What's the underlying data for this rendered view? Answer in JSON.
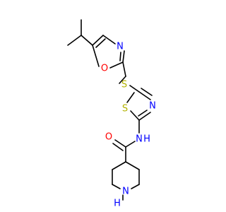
{
  "molecule": {
    "atom_colors": {
      "N": "#0000ff",
      "O": "#ff0000",
      "S": "#b2b200",
      "C": "#000000"
    },
    "atoms": [
      {
        "id": "O_oxazole",
        "element": "O",
        "label": "O"
      },
      {
        "id": "N_oxazole",
        "element": "N",
        "label": "N"
      },
      {
        "id": "S_thioether",
        "element": "S",
        "label": "S"
      },
      {
        "id": "S_thiazole",
        "element": "S",
        "label": "S"
      },
      {
        "id": "N_thiazole",
        "element": "N",
        "label": "N"
      },
      {
        "id": "N_amide",
        "element": "N",
        "label": "N"
      },
      {
        "id": "H_amide",
        "element": "H",
        "label": "H"
      },
      {
        "id": "O_carbonyl",
        "element": "O",
        "label": "O"
      },
      {
        "id": "N_piperidine",
        "element": "N",
        "label": "N"
      },
      {
        "id": "H_piperidine",
        "element": "H",
        "label": "H"
      }
    ]
  }
}
